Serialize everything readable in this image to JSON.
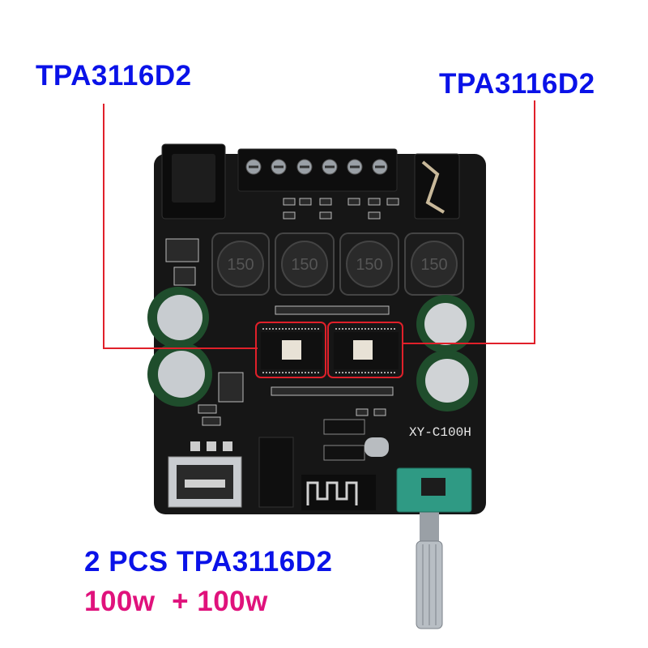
{
  "labels": {
    "chip_left": "TPA3116D2",
    "chip_right": "TPA3116D2",
    "chip_count": "2 PCS TPA3116D2",
    "power": "100w  + 100w"
  },
  "board": {
    "model": "XY-C100H",
    "inductor_marking": "150"
  },
  "colors": {
    "title_blue": "#0a12e8",
    "power_pink": "#e0127c",
    "callout_red": "#e0202a",
    "pcb_black": "#151515",
    "pot_green": "#2e9a84"
  }
}
